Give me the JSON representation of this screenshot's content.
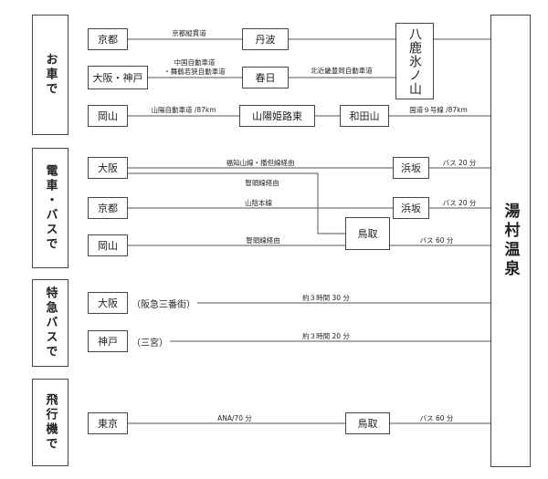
{
  "categories": {
    "car": "お車で",
    "train_bus": "電車・バスで",
    "express_bus": "特急バスで",
    "plane": "飛行機で"
  },
  "destination": "湯村温泉",
  "car": {
    "origins": [
      "京都",
      "大阪・神戸",
      "岡山"
    ],
    "stops": {
      "tanba": "丹波",
      "kasuga": "春日",
      "himeji_east": "山陽姫路東",
      "wadayama": "和田山",
      "hachika": "八鹿氷ノ山"
    },
    "routes": {
      "kyoto": "京都縦貫道",
      "osaka_line1": "中国自動車道",
      "osaka_line2": "・舞鶴若狭自動車道",
      "kinki": "北近畿豊岡自動車道",
      "sanyo": "山陽自動車道 /87km",
      "route9": "国道９号線 /87km"
    }
  },
  "train": {
    "origins": [
      "大阪",
      "京都",
      "岡山"
    ],
    "stops": {
      "hamasaka1": "浜坂",
      "hamasaka2": "浜坂",
      "tottori": "鳥取"
    },
    "routes": {
      "fukuchiyama": "福知山線・播但線経由",
      "chizu1": "智頭線経由",
      "sanin": "山陰本線",
      "chizu2": "智頭線経由",
      "bus1": "バス 20 分",
      "bus2": "バス 20 分",
      "bus3": "バス 60 分"
    }
  },
  "express": {
    "osaka": "大阪",
    "osaka_note": "（阪急三番街）",
    "osaka_time": "約３時間 30 分",
    "kobe": "神戸",
    "kobe_note": "（三宮）",
    "kobe_time": "約３時間 20 分"
  },
  "plane": {
    "origin": "東京",
    "stop": "鳥取",
    "flight": "ANA/70 分",
    "bus": "バス 60 分"
  }
}
